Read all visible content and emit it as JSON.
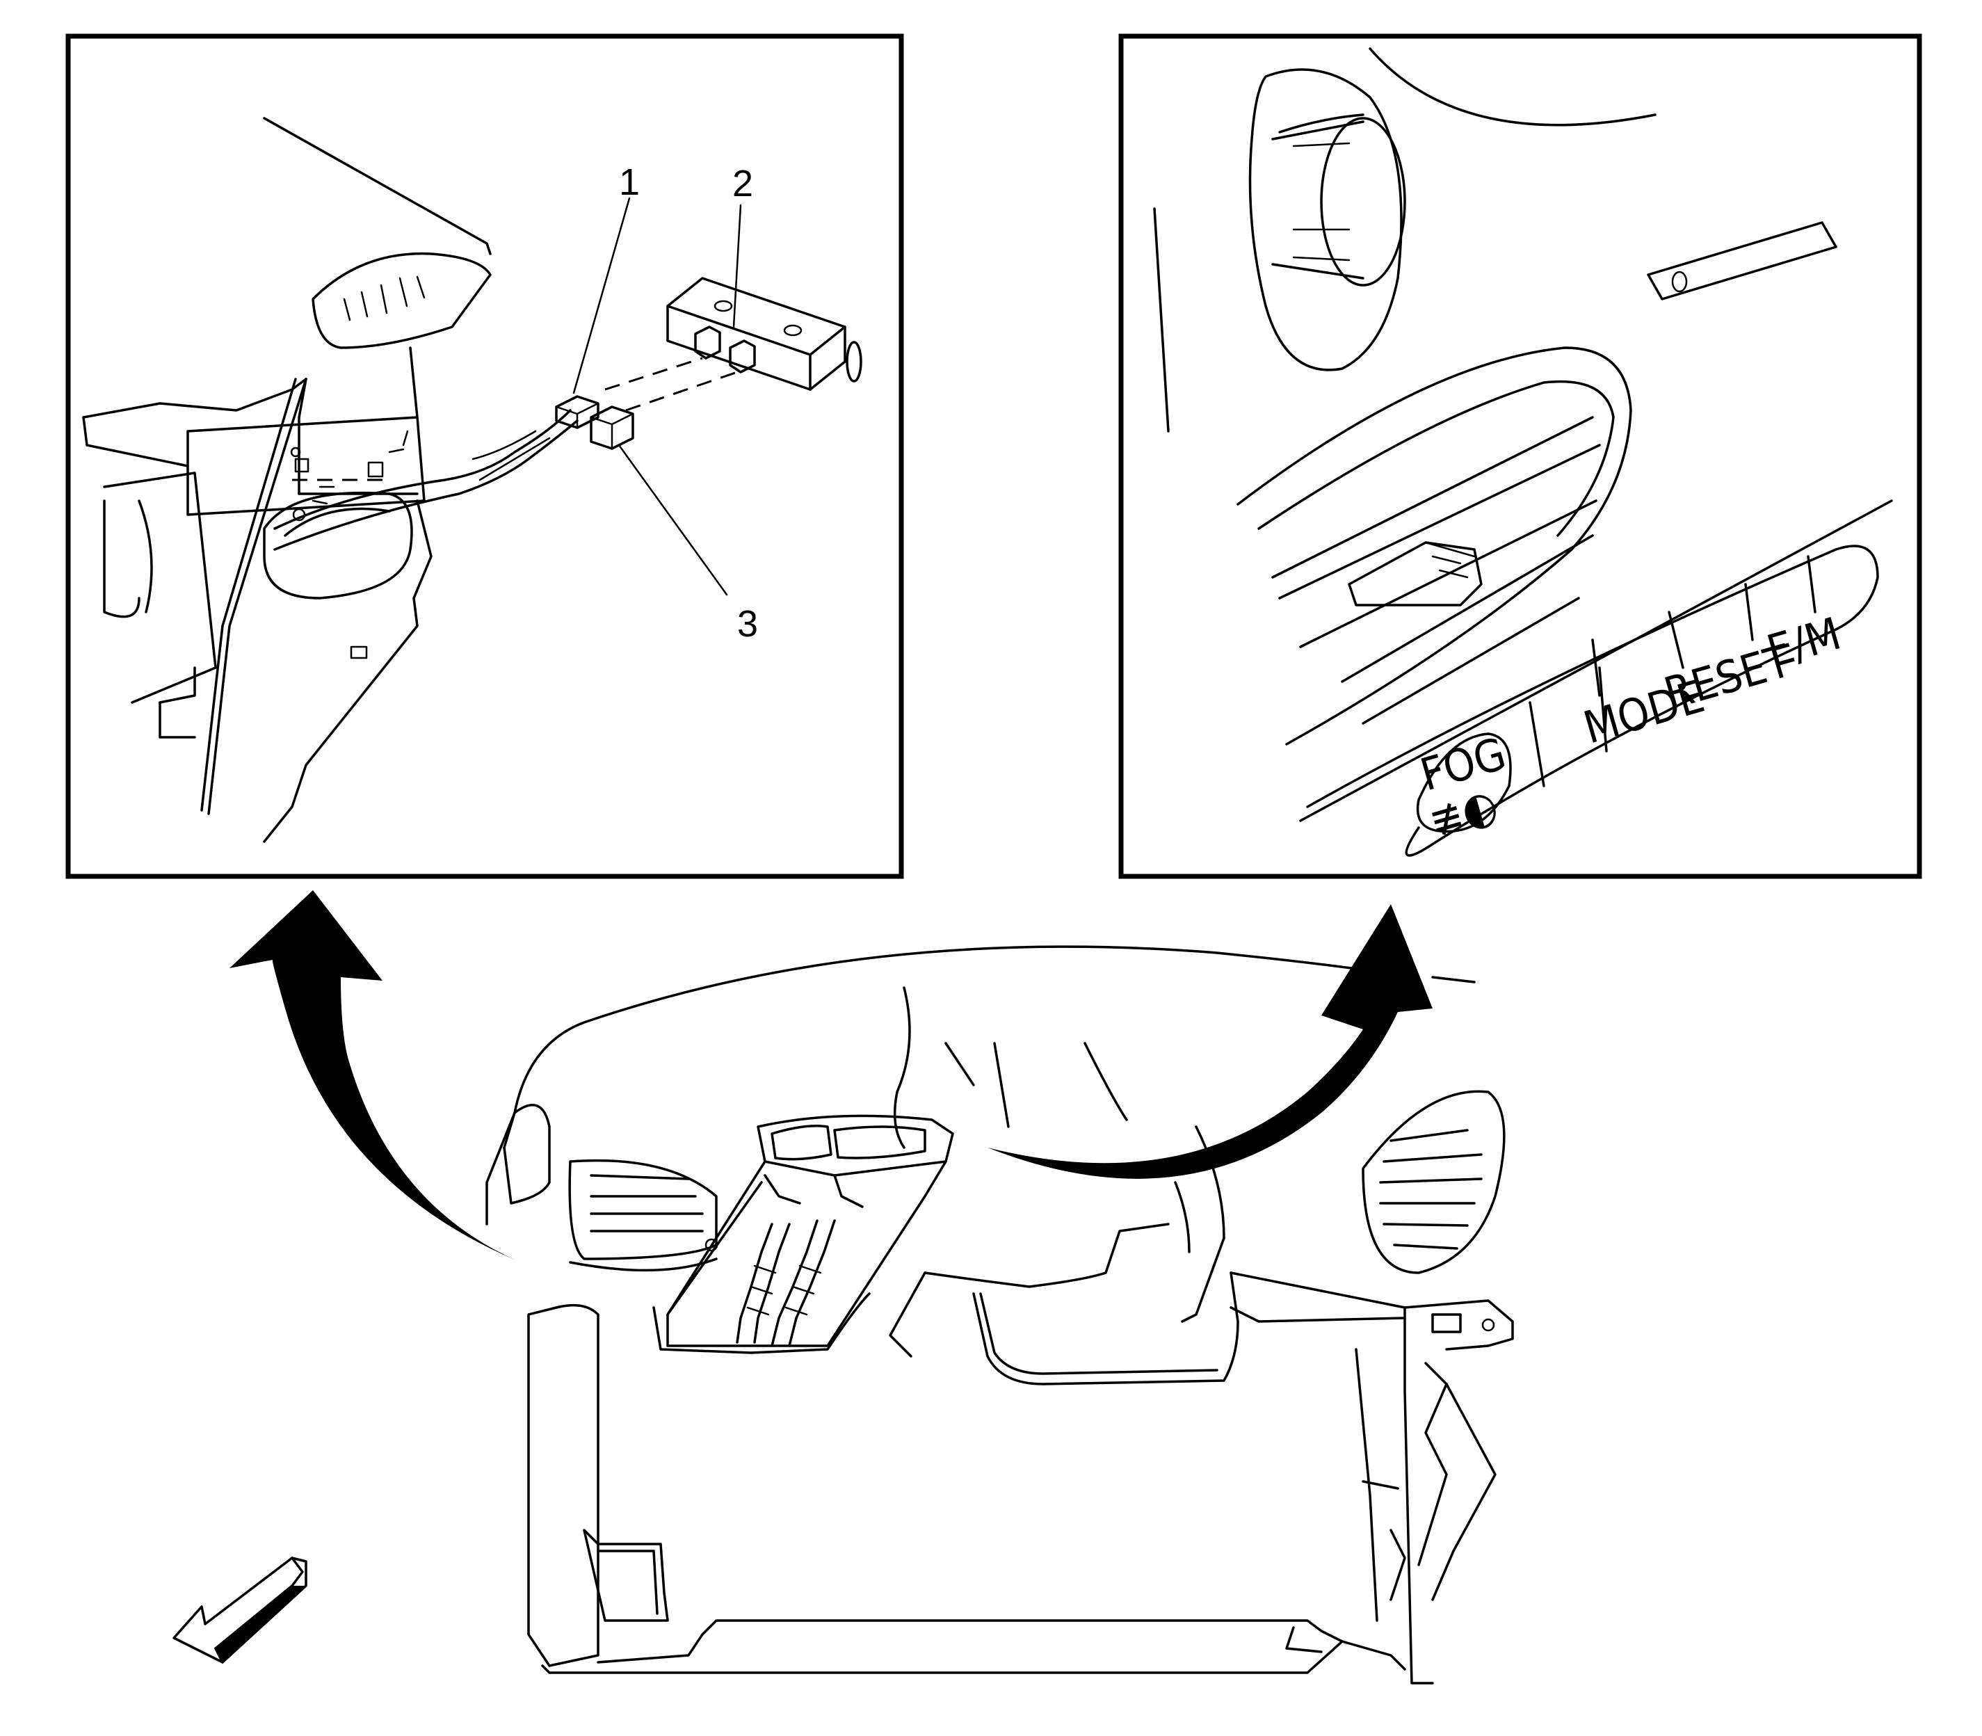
{
  "callouts": {
    "one": "1",
    "two": "2",
    "three": "3"
  },
  "switch_labels": {
    "fog": "FOG",
    "fog_symbol": "≢◐",
    "mode": "MODE",
    "reset": "RESET",
    "em": "E/M"
  },
  "icons": {
    "left_arrow": "curved-arrow-icon",
    "right_arrow": "curved-arrow-icon",
    "front": "direction-arrow-icon"
  }
}
